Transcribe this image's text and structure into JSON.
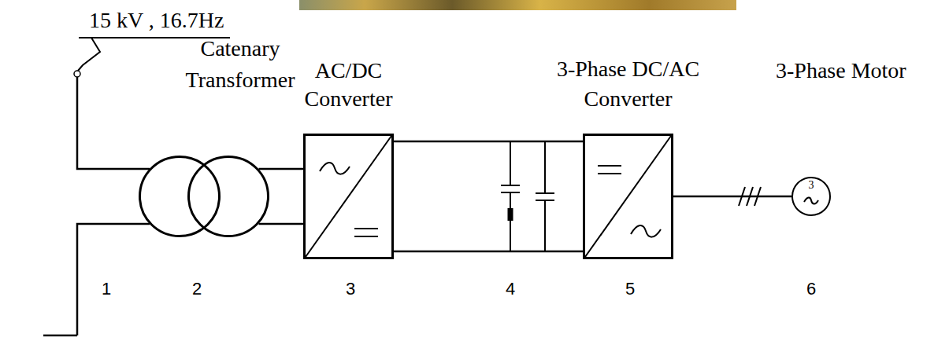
{
  "diagram": {
    "nodes": [
      {
        "text": [
          "Catenary Transformer"
        ]
      },
      {
        "text": [
          "AC/DC Converter"
        ]
      },
      {
        "text": [
          "3-Phase DC/AC Converter"
        ]
      },
      {
        "text": [
          "3-Phase Motor",
          "3"
        ]
      }
    ],
    "edges": [
      {
        "from": 0,
        "to": 1,
        "arrow": "none"
      },
      {
        "from": 1,
        "to": 2,
        "arrow": "none"
      },
      {
        "from": 2,
        "to": 3,
        "arrow": "none"
      }
    ],
    "labels": [
      "15 kV , 16.7Hz",
      "1",
      "2",
      "3",
      "4",
      "5",
      "6"
    ]
  }
}
